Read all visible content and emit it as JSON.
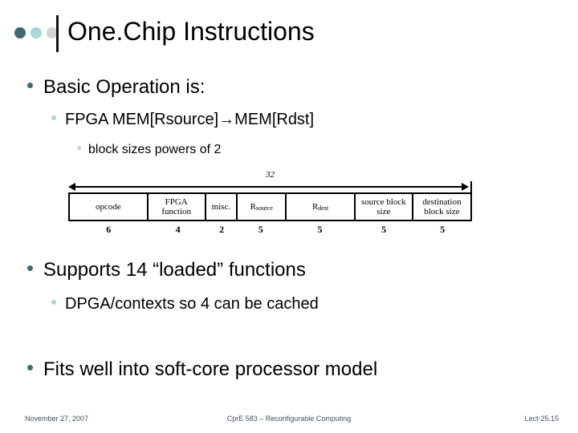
{
  "slide": {
    "title": "One.Chip Instructions",
    "title_dots": [
      {
        "name": "dot-dark",
        "color": "#3d6b6b"
      },
      {
        "name": "dot-mid",
        "color": "#a9d6d6"
      },
      {
        "name": "dot-light",
        "color": "#d4d4d4"
      }
    ],
    "bullets": [
      {
        "level": 1,
        "text": "Basic Operation is:"
      },
      {
        "level": 2,
        "text": "FPGA MEM[Rsource]→MEM[Rdst]"
      },
      {
        "level": 3,
        "text": "block sizes powers of 2"
      },
      {
        "level": 1,
        "text": "Supports 14 “loaded” functions"
      },
      {
        "level": 2,
        "text": "DPGA/contexts so 4 can be cached"
      },
      {
        "level": 1,
        "text": "Fits well into soft-core processor model"
      }
    ]
  },
  "figure": {
    "total_width_label": "32",
    "fields": [
      {
        "label": "opcode",
        "label_sub": "",
        "bits": "6",
        "flex": 6
      },
      {
        "label": "FPGA function",
        "label_sub": "",
        "bits": "4",
        "flex": 4.3
      },
      {
        "label": "misc.",
        "label_sub": "",
        "bits": "2",
        "flex": 2.2
      },
      {
        "label": "R",
        "label_sub": "source",
        "bits": "5",
        "flex": 3.6
      },
      {
        "label": "R",
        "label_sub": "dest",
        "bits": "5",
        "flex": 5.2
      },
      {
        "label": "source block size",
        "label_sub": "",
        "bits": "5",
        "flex": 4.3
      },
      {
        "label": "destination block size",
        "label_sub": "",
        "bits": "5",
        "flex": 4.4
      }
    ]
  },
  "footer": {
    "date": "November 27, 2007",
    "course": "CprE 583 – Reconfigurable Computing",
    "lecture": "Lect-25.15"
  }
}
